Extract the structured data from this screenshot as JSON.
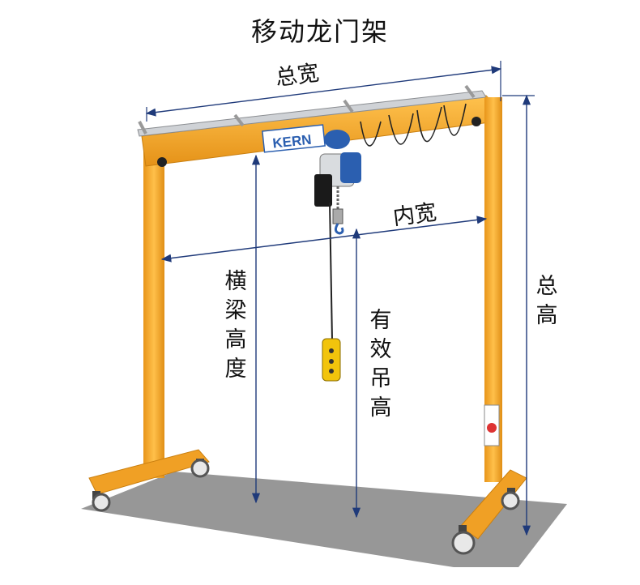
{
  "title": "移动龙门架",
  "labels": {
    "total_width": "总宽",
    "inner_width": "内宽",
    "beam_height": "横梁高度",
    "effective_lift_height": "有效吊高",
    "total_height": "总高"
  },
  "brand": "KERN",
  "colors": {
    "frame": "#F5A623",
    "frame_dark": "#D98A12",
    "hoist": "#2B5FB0",
    "dimension_line": "#1F3A7A",
    "floor": "#8C8C8C",
    "pendant": "#F2C40C"
  }
}
